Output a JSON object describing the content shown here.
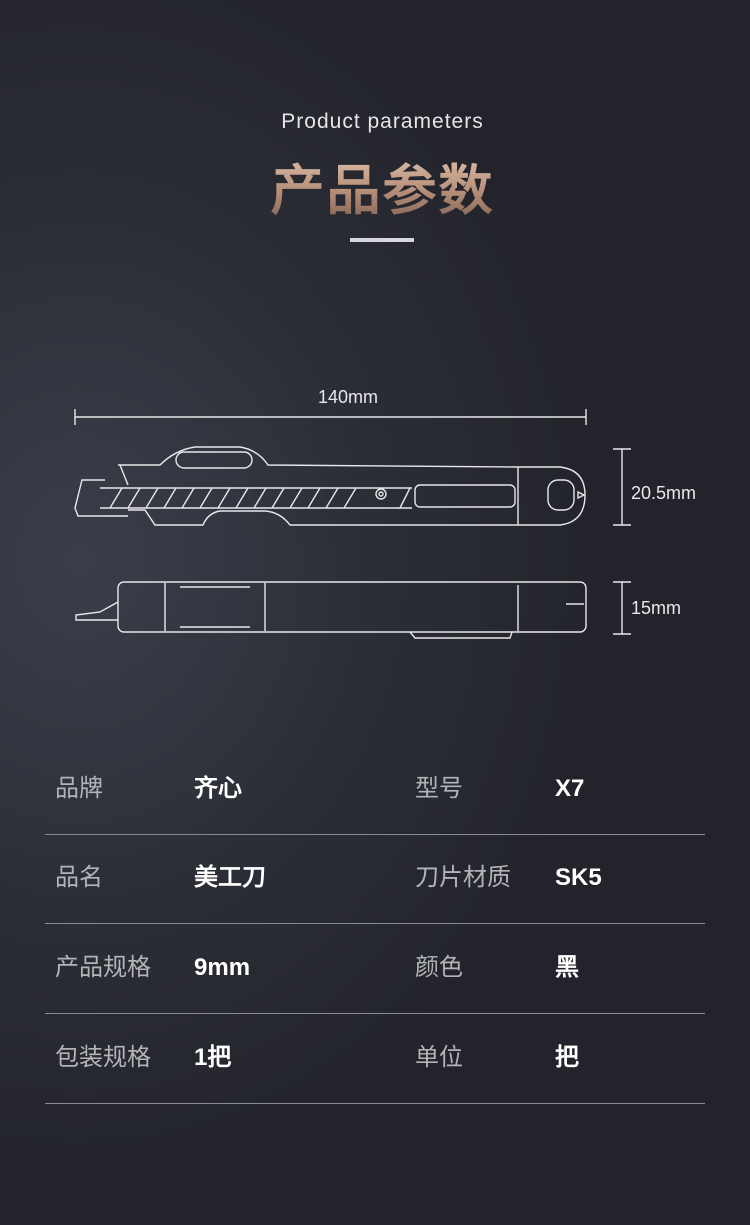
{
  "header": {
    "subtitle": "Product parameters",
    "title": "产品参数"
  },
  "dimensions": {
    "length": "140mm",
    "height": "20.5mm",
    "thickness": "15mm"
  },
  "params": [
    {
      "label1": "品牌",
      "value1": "齐心",
      "label2": "型号",
      "value2": "X7"
    },
    {
      "label1": "品名",
      "value1": "美工刀",
      "label2": "刀片材质",
      "value2": "SK5"
    },
    {
      "label1": "产品规格",
      "value1": "9mm",
      "label2": "颜色",
      "value2": "黑"
    },
    {
      "label1": "包装规格",
      "value1": "1把",
      "label2": "单位",
      "value2": "把"
    }
  ]
}
